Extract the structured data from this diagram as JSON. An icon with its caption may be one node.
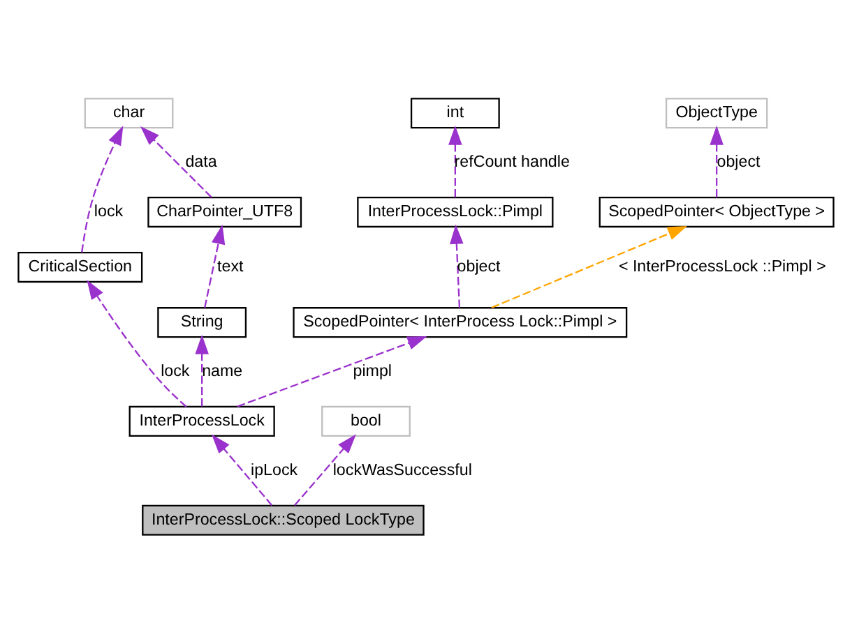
{
  "diagram": {
    "nodes": [
      {
        "text": [
          "char"
        ]
      },
      {
        "text": [
          "int"
        ]
      },
      {
        "text": [
          "ObjectType"
        ]
      },
      {
        "text": [
          "CharPointer_UTF8"
        ]
      },
      {
        "text": [
          "InterProcessLock::Pimpl"
        ]
      },
      {
        "text": [
          "ScopedPointer< ObjectType >"
        ]
      },
      {
        "text": [
          "CriticalSection"
        ]
      },
      {
        "text": [
          "String"
        ]
      },
      {
        "text": [
          "ScopedPointer< InterProcess Lock::Pimpl >"
        ]
      },
      {
        "text": [
          "InterProcessLock"
        ]
      },
      {
        "text": [
          "bool"
        ]
      },
      {
        "text": [
          "InterProcessLock::Scoped LockType"
        ]
      }
    ],
    "edges": [
      {
        "from": 3,
        "to": 0,
        "arrow": "to",
        "label": "data",
        "style": "dashed"
      },
      {
        "from": 6,
        "to": 0,
        "arrow": "to",
        "label": "lock",
        "style": "dashed"
      },
      {
        "from": 4,
        "to": 1,
        "arrow": "to",
        "label": "refCount handle",
        "style": "dashed"
      },
      {
        "from": 5,
        "to": 2,
        "arrow": "to",
        "label": "object",
        "style": "dashed"
      },
      {
        "from": 7,
        "to": 3,
        "arrow": "to",
        "label": "text",
        "style": "dashed"
      },
      {
        "from": 8,
        "to": 4,
        "arrow": "to",
        "label": "object",
        "style": "dashed"
      },
      {
        "from": 8,
        "to": 5,
        "arrow": "to",
        "label": "< InterProcessLock ::Pimpl >",
        "style": "dashed",
        "color": "#ffa500"
      },
      {
        "from": 9,
        "to": 7,
        "arrow": "to",
        "label": "name",
        "style": "dashed"
      },
      {
        "from": 9,
        "to": 6,
        "arrow": "to",
        "label": "lock",
        "style": "dashed"
      },
      {
        "from": 9,
        "to": 8,
        "arrow": "to",
        "label": "pimpl",
        "style": "dashed"
      },
      {
        "from": 11,
        "to": 9,
        "arrow": "to",
        "label": "ipLock",
        "style": "dashed"
      },
      {
        "from": 11,
        "to": 10,
        "arrow": "to",
        "label": "lockWasSuccessful",
        "style": "dashed"
      }
    ]
  }
}
